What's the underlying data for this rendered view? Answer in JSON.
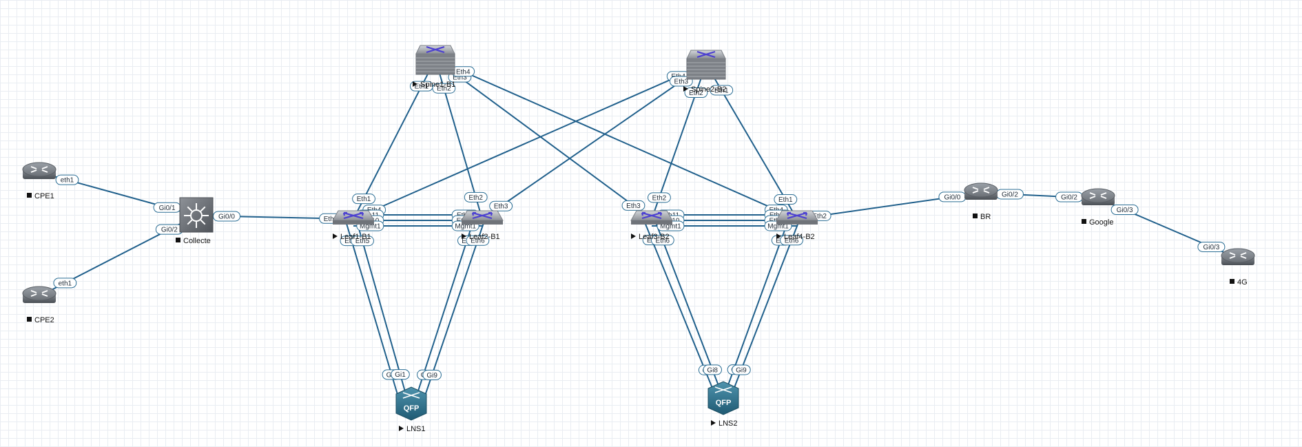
{
  "topology": {
    "nodes": [
      {
        "id": "CPE1",
        "label": "CPE1",
        "kind": "router",
        "state": "stopped"
      },
      {
        "id": "CPE2",
        "label": "CPE2",
        "kind": "router",
        "state": "stopped"
      },
      {
        "id": "Collecte",
        "label": "Collecte",
        "kind": "hub",
        "state": "stopped"
      },
      {
        "id": "Leaf1",
        "label": "Leaf1-B1",
        "kind": "leaf-switch",
        "state": "running"
      },
      {
        "id": "Leaf2",
        "label": "Leaf2-B1",
        "kind": "leaf-switch",
        "state": "running"
      },
      {
        "id": "Leaf3",
        "label": "Leaf3-B2",
        "kind": "leaf-switch",
        "state": "running"
      },
      {
        "id": "Leaf4",
        "label": "Leaf4-B2",
        "kind": "leaf-switch",
        "state": "running"
      },
      {
        "id": "Spine1",
        "label": "Spine1-B1",
        "kind": "spine-switch",
        "state": "running"
      },
      {
        "id": "Spine2",
        "label": "Spine2-B2",
        "kind": "spine-switch",
        "state": "running"
      },
      {
        "id": "LNS1",
        "label": "LNS1",
        "kind": "qfp",
        "state": "running",
        "badge": "QFP"
      },
      {
        "id": "LNS2",
        "label": "LNS2",
        "kind": "qfp",
        "state": "running",
        "badge": "QFP"
      },
      {
        "id": "BR",
        "label": "BR",
        "kind": "router",
        "state": "stopped"
      },
      {
        "id": "Google",
        "label": "Google",
        "kind": "router",
        "state": "stopped"
      },
      {
        "id": "4G",
        "label": "4G",
        "kind": "router",
        "state": "stopped"
      }
    ],
    "links": [
      {
        "from": "CPE1",
        "to": "Collecte",
        "a": "eth1",
        "b": "Gi0/1"
      },
      {
        "from": "CPE2",
        "to": "Collecte",
        "a": "eth1",
        "b": "Gi0/2"
      },
      {
        "from": "Collecte",
        "to": "Leaf1",
        "a": "Gi0/0",
        "b": "Eth2"
      },
      {
        "from": "Spine1",
        "to": "Leaf1",
        "a": "Eth1",
        "b": "Eth1"
      },
      {
        "from": "Spine1",
        "to": "Leaf2",
        "a": "Eth2",
        "b": "Eth2"
      },
      {
        "from": "Spine1",
        "to": "Leaf3",
        "a": "Eth3",
        "b": "Eth3"
      },
      {
        "from": "Spine1",
        "to": "Leaf4",
        "a": "Eth4",
        "b": "Eth4"
      },
      {
        "from": "Spine2",
        "to": "Leaf1",
        "a": "Eth4",
        "b": "Eth4"
      },
      {
        "from": "Spine2",
        "to": "Leaf2",
        "a": "Eth3",
        "b": "Eth3"
      },
      {
        "from": "Spine2",
        "to": "Leaf3",
        "a": "Eth2",
        "b": "Eth2"
      },
      {
        "from": "Spine2",
        "to": "Leaf4",
        "a": "Eth1",
        "b": "Eth1"
      },
      {
        "from": "Leaf1",
        "to": "Leaf2",
        "a": "Eth11",
        "b": "Eth11"
      },
      {
        "from": "Leaf1",
        "to": "Leaf2",
        "a": "Eth10",
        "b": "Eth10"
      },
      {
        "from": "Leaf1",
        "to": "Leaf2",
        "a": "Mgmt1",
        "b": "Mgmt1"
      },
      {
        "from": "Leaf3",
        "to": "Leaf4",
        "a": "Eth11",
        "b": "Eth11"
      },
      {
        "from": "Leaf3",
        "to": "Leaf4",
        "a": "Eth10",
        "b": "Eth10"
      },
      {
        "from": "Leaf3",
        "to": "Leaf4",
        "a": "Mgmt1",
        "b": "Mgmt1"
      },
      {
        "from": "Leaf1",
        "to": "LNS1",
        "a": "Eth6",
        "b": "Gi8"
      },
      {
        "from": "Leaf1",
        "to": "LNS1",
        "a": "Eth5",
        "b": "Gi1"
      },
      {
        "from": "Leaf2",
        "to": "LNS1",
        "a": "Eth",
        "b": "G"
      },
      {
        "from": "Leaf2",
        "to": "LNS1",
        "a": "Eth6",
        "b": "Gi9"
      },
      {
        "from": "Leaf3",
        "to": "LNS2",
        "a": "Eth",
        "b": "G"
      },
      {
        "from": "Leaf3",
        "to": "LNS2",
        "a": "Eth6",
        "b": "Gi8"
      },
      {
        "from": "Leaf4",
        "to": "LNS2",
        "a": "Eth",
        "b": "G"
      },
      {
        "from": "Leaf4",
        "to": "LNS2",
        "a": "Eth6",
        "b": "Gi9"
      },
      {
        "from": "Leaf4",
        "to": "BR",
        "a": "Eth2",
        "b": "Gi0/0"
      },
      {
        "from": "BR",
        "to": "Google",
        "a": "Gi0/2",
        "b": "Gi0/2"
      },
      {
        "from": "Google",
        "to": "4G",
        "a": "Gi0/3",
        "b": "Gi0/3"
      }
    ]
  }
}
